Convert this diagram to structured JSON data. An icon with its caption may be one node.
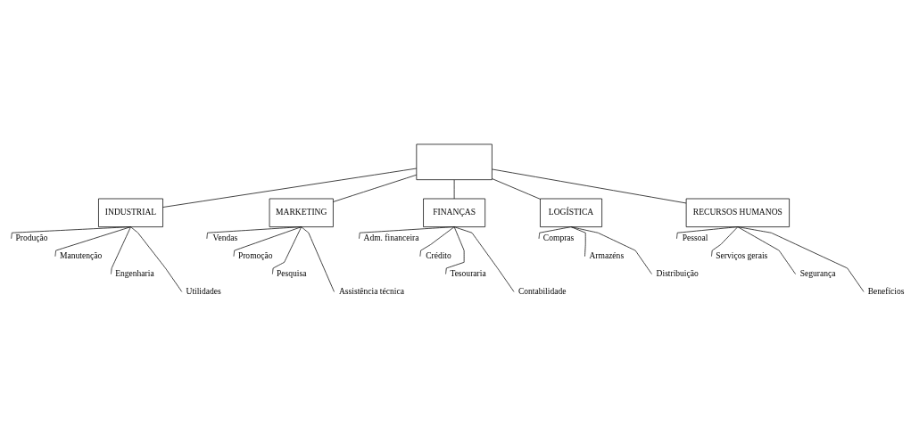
{
  "diagram": {
    "nodes": [
      {
        "text": [],
        "shape": "box"
      },
      {
        "text": [
          "INDUSTRIAL"
        ]
      },
      {
        "text": [
          "MARKETING"
        ]
      },
      {
        "text": [
          "FINANÇAS"
        ]
      },
      {
        "text": [
          "LOGÍSTICA"
        ]
      },
      {
        "text": [
          "RECURSOS HUMANOS"
        ]
      },
      {
        "text": [
          "Produção"
        ]
      },
      {
        "text": [
          "Manutenção"
        ]
      },
      {
        "text": [
          "Engenharia"
        ]
      },
      {
        "text": [
          "Utilidades"
        ]
      },
      {
        "text": [
          "Vendas"
        ]
      },
      {
        "text": [
          "Promoção"
        ]
      },
      {
        "text": [
          "Pesquisa"
        ]
      },
      {
        "text": [
          "Assistência técnica"
        ]
      },
      {
        "text": [
          "Adm. financeira"
        ]
      },
      {
        "text": [
          "Crédito"
        ]
      },
      {
        "text": [
          "Tesouraria"
        ]
      },
      {
        "text": [
          "Contabilidade"
        ]
      },
      {
        "text": [
          "Compras"
        ]
      },
      {
        "text": [
          "Armazéns"
        ]
      },
      {
        "text": [
          "Distribuição"
        ]
      },
      {
        "text": [
          "Pessoal"
        ]
      },
      {
        "text": [
          "Serviços gerais"
        ]
      },
      {
        "text": [
          "Segurança"
        ]
      },
      {
        "text": [
          "Benefícios"
        ]
      }
    ],
    "edges": [
      {
        "from": 0,
        "to": 1,
        "arrow": "none"
      },
      {
        "from": 0,
        "to": 2,
        "arrow": "none"
      },
      {
        "from": 0,
        "to": 3,
        "arrow": "none"
      },
      {
        "from": 0,
        "to": 4,
        "arrow": "none"
      },
      {
        "from": 0,
        "to": 5,
        "arrow": "none"
      },
      {
        "from": 1,
        "to": 6,
        "arrow": "none"
      },
      {
        "from": 1,
        "to": 7,
        "arrow": "none"
      },
      {
        "from": 1,
        "to": 8,
        "arrow": "none"
      },
      {
        "from": 1,
        "to": 9,
        "arrow": "none"
      },
      {
        "from": 2,
        "to": 10,
        "arrow": "none"
      },
      {
        "from": 2,
        "to": 11,
        "arrow": "none"
      },
      {
        "from": 2,
        "to": 12,
        "arrow": "none"
      },
      {
        "from": 2,
        "to": 13,
        "arrow": "none"
      },
      {
        "from": 3,
        "to": 14,
        "arrow": "none"
      },
      {
        "from": 3,
        "to": 15,
        "arrow": "none"
      },
      {
        "from": 3,
        "to": 16,
        "arrow": "none"
      },
      {
        "from": 3,
        "to": 17,
        "arrow": "none"
      },
      {
        "from": 4,
        "to": 18,
        "arrow": "none"
      },
      {
        "from": 4,
        "to": 19,
        "arrow": "none"
      },
      {
        "from": 4,
        "to": 20,
        "arrow": "none"
      },
      {
        "from": 5,
        "to": 21,
        "arrow": "none"
      },
      {
        "from": 5,
        "to": 22,
        "arrow": "none"
      },
      {
        "from": 5,
        "to": 23,
        "arrow": "none"
      },
      {
        "from": 5,
        "to": 24,
        "arrow": "none"
      }
    ]
  }
}
